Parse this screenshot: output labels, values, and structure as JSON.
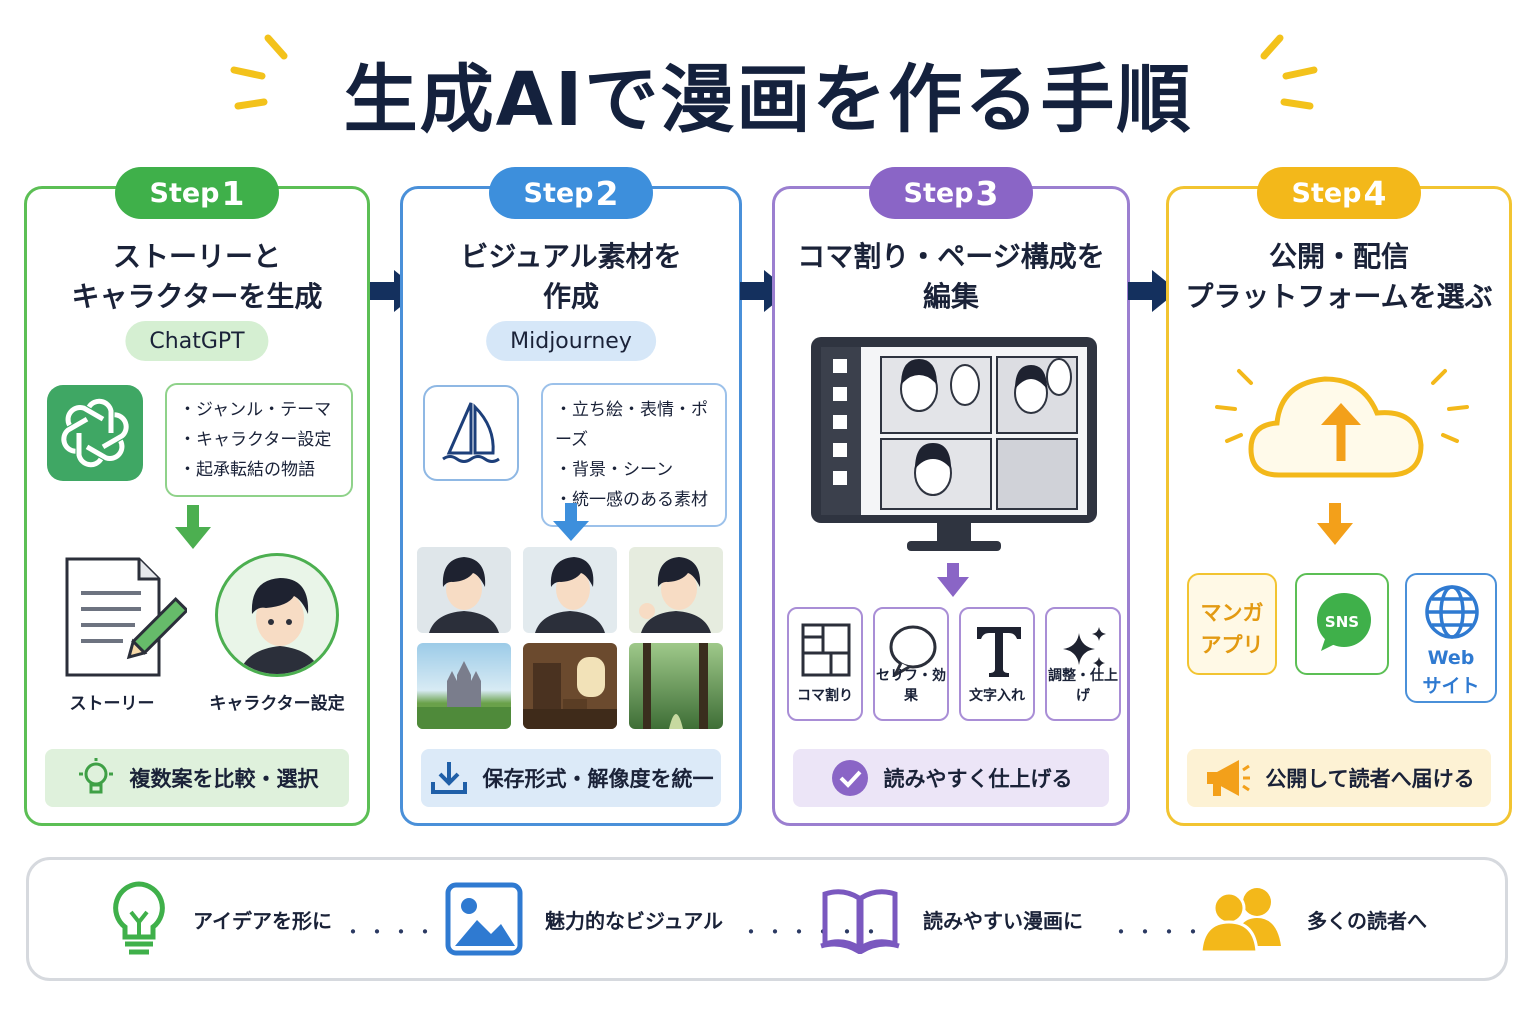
{
  "title": "生成AIで漫画を作る手順",
  "colors": {
    "green": "#3fb04a",
    "blue": "#3d8fdc",
    "purple": "#8a65c6",
    "yellow": "#f3b81a",
    "navy": "#14305e"
  },
  "steps": [
    {
      "step_word": "Step",
      "step_num": "1",
      "title_line1": "ストーリーと",
      "title_line2": "キャラクターを生成",
      "tool": "ChatGPT",
      "bullets": [
        "ジャンル・テーマ",
        "キャラクター設定",
        "起承転結の物語"
      ],
      "cap_left": "ストーリー",
      "cap_right": "キャラクター設定",
      "bottom": "複数案を比較・選択",
      "icon": "chatgpt-icon"
    },
    {
      "step_word": "Step",
      "step_num": "2",
      "title_line1": "ビジュアル素材を",
      "title_line2": "作成",
      "tool": "Midjourney",
      "bullets": [
        "立ち絵・表情・ポーズ",
        "背景・シーン",
        "統一感のある素材"
      ],
      "bottom": "保存形式・解像度を統一",
      "icon": "sailboat-icon"
    },
    {
      "step_word": "Step",
      "step_num": "3",
      "title_line1": "コマ割り・ページ構成を",
      "title_line2": "編集",
      "tools": [
        "コマ割り",
        "セリフ・効果",
        "文字入れ",
        "調整・仕上げ"
      ],
      "bottom": "読みやすく仕上げる"
    },
    {
      "step_word": "Step",
      "step_num": "4",
      "title_line1": "公開・配信",
      "title_line2": "プラットフォームを選ぶ",
      "platform_manga_1": "マンガ",
      "platform_manga_2": "アプリ",
      "platform_sns": "SNS",
      "platform_web_1": "Web",
      "platform_web_2": "サイト",
      "bottom": "公開して読者へ届ける"
    }
  ],
  "summary": [
    "アイデアを形に",
    "魅力的なビジュアル",
    "読みやすい漫画に",
    "多くの読者へ"
  ]
}
